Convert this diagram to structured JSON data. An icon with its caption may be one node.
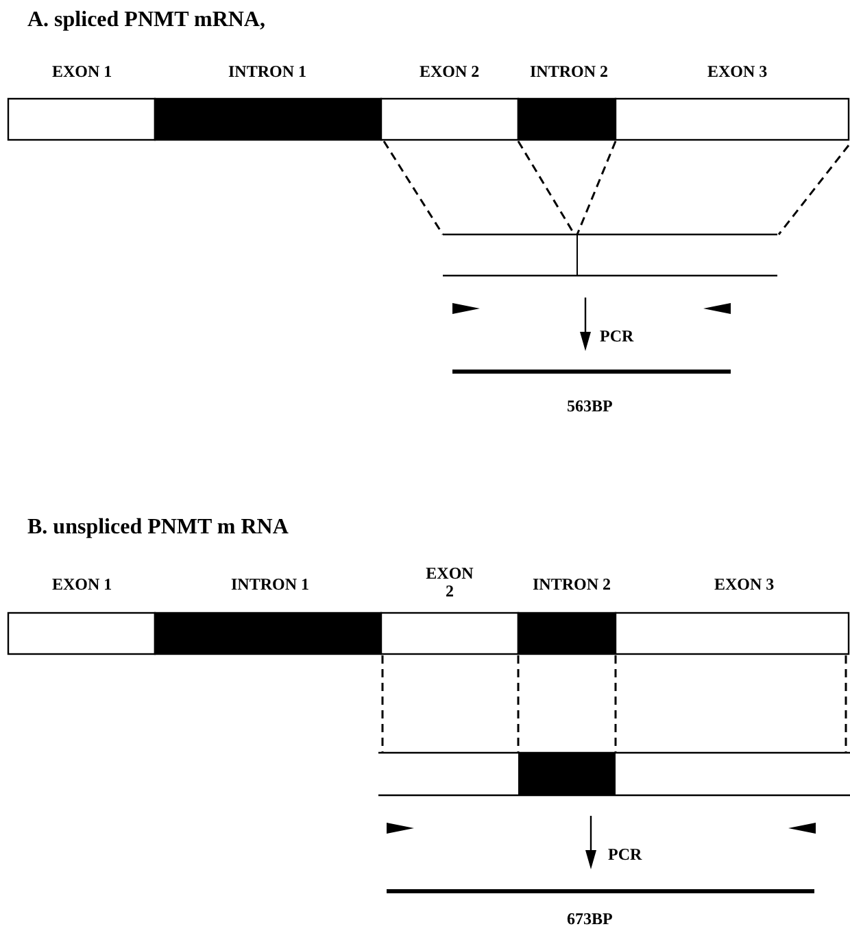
{
  "diagram": {
    "labels": [
      "A. spliced PNMT mRNA,",
      "EXON 1",
      "INTRON 1",
      "EXON 2",
      "INTRON 2",
      "EXON 3",
      "PCR",
      "563BP",
      "B. unspliced PNMT m RNA",
      "EXON 1",
      "INTRON 1",
      "EXON 2",
      "INTRON 2",
      "EXON 3",
      "PCR",
      "673BP"
    ]
  }
}
